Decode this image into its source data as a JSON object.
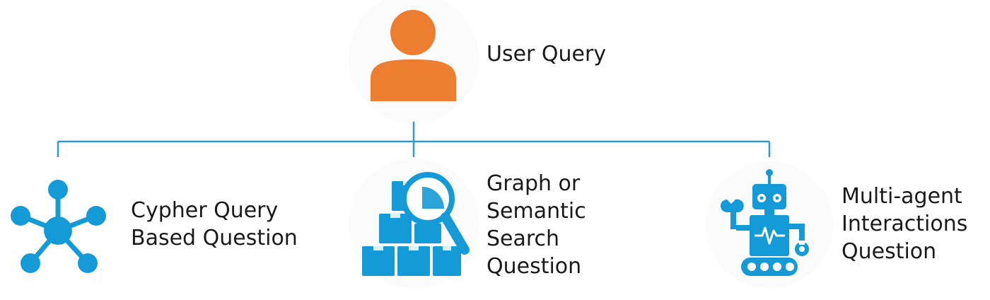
{
  "nodes": {
    "root": {
      "label": "User Query",
      "icon": "person-icon",
      "color": "#ED7D31"
    },
    "children": [
      {
        "label": "Cypher Query\nBased Question",
        "icon": "network-graph-icon"
      },
      {
        "label": "Graph or\nSemantic\nSearch\nQuestion",
        "icon": "boxes-magnifier-icon"
      },
      {
        "label": "Multi-agent\nInteractions\nQuestion",
        "icon": "robot-icon"
      }
    ],
    "child_color": "#149AD6"
  },
  "connector_color": "#2E9BD0"
}
